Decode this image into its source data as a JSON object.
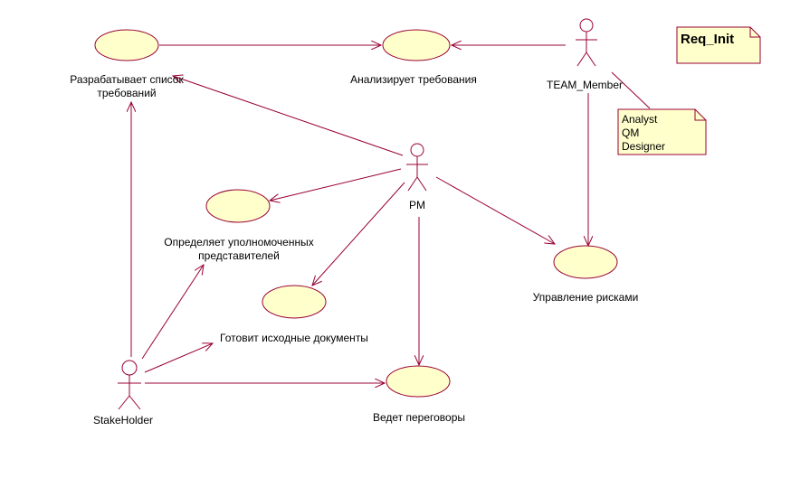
{
  "use_cases": {
    "develop_list": [
      "Разрабатывает список",
      "требований"
    ],
    "analyze": [
      "Анализирует требования"
    ],
    "define_reps": [
      "Определяет уполномоченных",
      "представителей"
    ],
    "prepare_docs": [
      "Готовит исходные документы"
    ],
    "risk_mgmt": [
      "Управление рисками"
    ],
    "negotiations": [
      "Ведет переговоры"
    ]
  },
  "actors": {
    "team_member": "TEAM_Member",
    "pm": "PM",
    "stakeholder": "StakeHolder"
  },
  "notes": {
    "team_roles": [
      "Analyst",
      "QM",
      "Designer"
    ],
    "diagram_name": "Req_Init"
  },
  "colors": {
    "line": "#990033",
    "fill": "#ffffcc",
    "actor_head": "#ffffff"
  }
}
